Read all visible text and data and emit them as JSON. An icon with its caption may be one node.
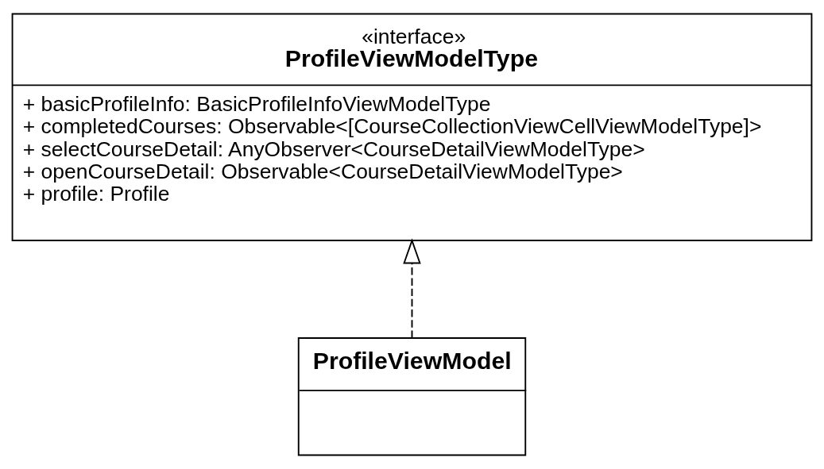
{
  "diagram": {
    "nodes": [
      {
        "text": [
          "«interface»",
          "ProfileViewModelType",
          "+ basicProfileInfo: BasicProfileInfoViewModelType",
          "+ completedCourses: Observable<[CourseCollectionViewCellViewModelType]>",
          "+ selectCourseDetail: AnyObserver<CourseDetailViewModelType>",
          "+ openCourseDetail: Observable<CourseDetailViewModelType>",
          "+ profile: Profile"
        ]
      },
      {
        "text": [
          "ProfileViewModel"
        ]
      }
    ],
    "edges": [
      {
        "from": 1,
        "to": 0,
        "arrow": "to",
        "style": "dashed"
      }
    ]
  }
}
